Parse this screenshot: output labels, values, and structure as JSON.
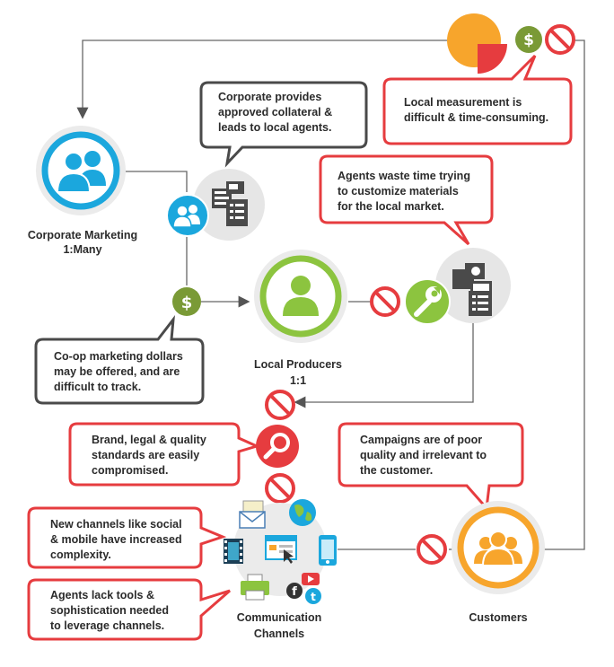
{
  "nodes": {
    "corporate_marketing": {
      "line1": "Corporate Marketing",
      "line2": "1:Many"
    },
    "local_producers": {
      "line1": "Local Producers",
      "line2": "1:1"
    },
    "customers": {
      "line1": "Customers"
    },
    "communication_channels": {
      "line1": "Communication",
      "line2": "Channels"
    }
  },
  "callouts": {
    "corporate_provides": [
      "Corporate provides",
      "approved collateral &",
      "leads to local agents."
    ],
    "local_measurement": [
      "Local measurement is",
      "difficult & time-consuming."
    ],
    "agents_waste_time": [
      "Agents waste time trying",
      "to customize materials",
      "for the local market."
    ],
    "coop_dollars": [
      "Co-op marketing dollars",
      "may be offered, and are",
      "difficult to track."
    ],
    "brand_standards": [
      "Brand, legal & quality",
      "standards are easily",
      "compromised."
    ],
    "campaigns_poor": [
      "Campaigns are of poor",
      "quality and irrelevant to",
      "the customer."
    ],
    "new_channels": [
      "New channels like social",
      "& mobile have increased",
      "complexity."
    ],
    "agents_lack_tools": [
      "Agents lack tools &",
      "sophistication needed",
      "to leverage channels."
    ]
  },
  "symbols": {
    "dollar": "$"
  },
  "colors": {
    "blue": "#1ba7dd",
    "green": "#8cc43f",
    "orange": "#f7a52c",
    "red": "#e63c3f",
    "olive": "#7a9a36",
    "gray_circle": "#e6e6e6",
    "dark_gray": "#4a4a4a",
    "line": "#666666",
    "callout_dark_border": "#4a4a4a"
  },
  "icons": [
    "people-icon",
    "person-icon",
    "group-icon",
    "document-icon",
    "dollar-icon",
    "no-sign-icon",
    "wrench-icon",
    "magnifier-icon",
    "pie-chart-icon",
    "email-icon",
    "globe-icon",
    "film-icon",
    "browser-icon",
    "phone-icon",
    "printer-icon",
    "facebook-icon",
    "youtube-icon",
    "twitter-icon"
  ]
}
